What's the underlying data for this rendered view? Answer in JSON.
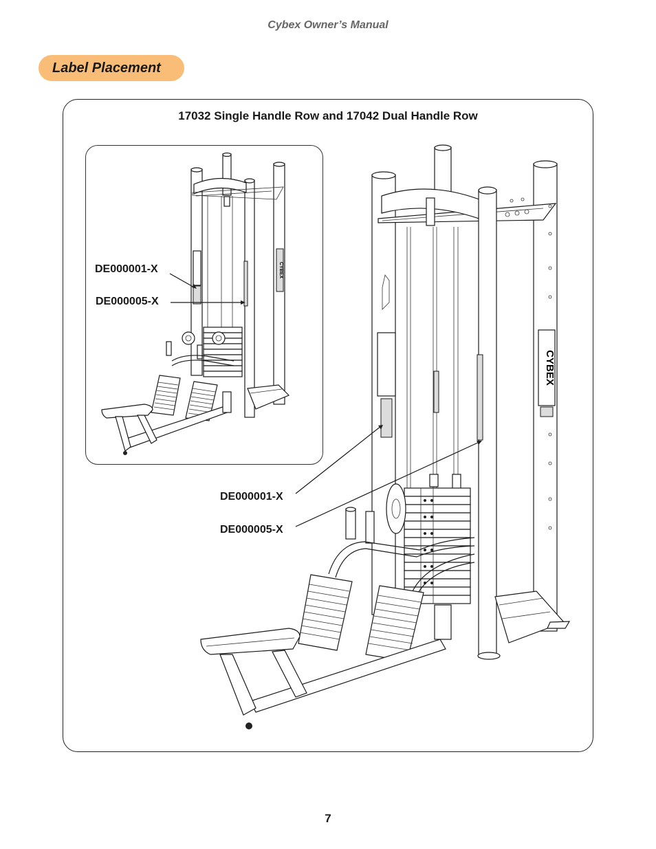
{
  "header": {
    "title": "Cybex Owner’s Manual"
  },
  "section": {
    "title": "Label Placement"
  },
  "figure": {
    "title": "17032 Single Handle Row and 17042 Dual Handle Row",
    "inset_callouts": {
      "label_1": "DE000001-X",
      "label_2": "DE000005-X"
    },
    "main_callouts": {
      "label_1": "DE000001-X",
      "label_2": "DE000005-X"
    }
  },
  "footer": {
    "page_number": "7"
  }
}
